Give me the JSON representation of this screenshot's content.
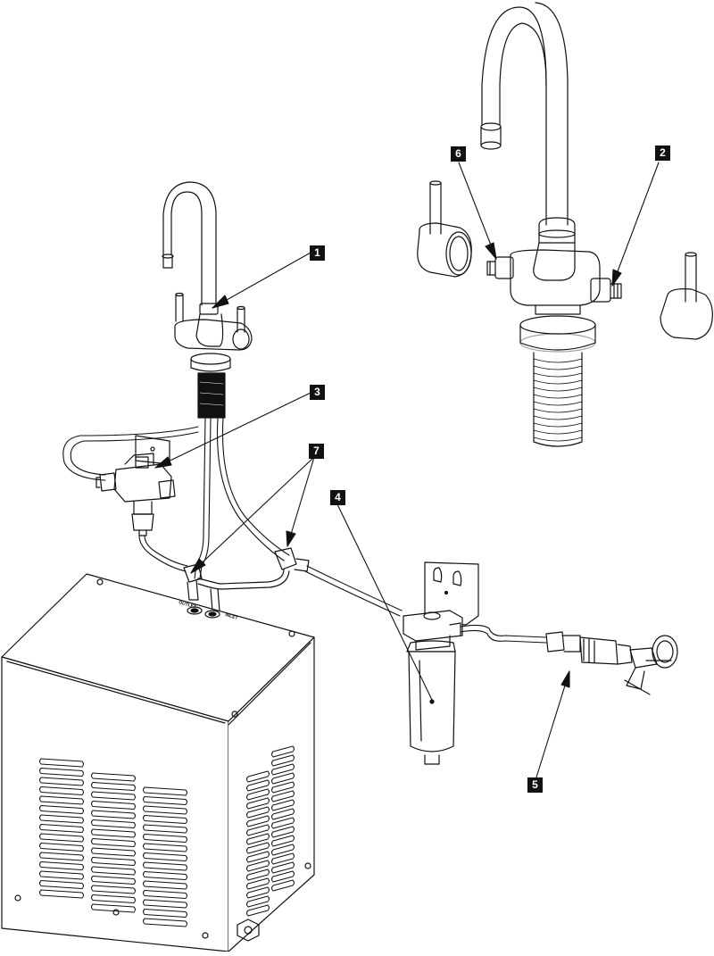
{
  "diagram": {
    "callouts": [
      {
        "id": "c1",
        "label": "1"
      },
      {
        "id": "c2",
        "label": "2"
      },
      {
        "id": "c3",
        "label": "3"
      },
      {
        "id": "c4",
        "label": "4"
      },
      {
        "id": "c5",
        "label": "5"
      },
      {
        "id": "c6",
        "label": "6"
      },
      {
        "id": "c7",
        "label": "7"
      }
    ],
    "port_labels": {
      "outlet": "OUTLET",
      "inlet": "INLET"
    },
    "colors": {
      "line": "#111111",
      "fill": "#ffffff",
      "callout_bg": "#111111",
      "callout_text": "#ffffff"
    }
  }
}
